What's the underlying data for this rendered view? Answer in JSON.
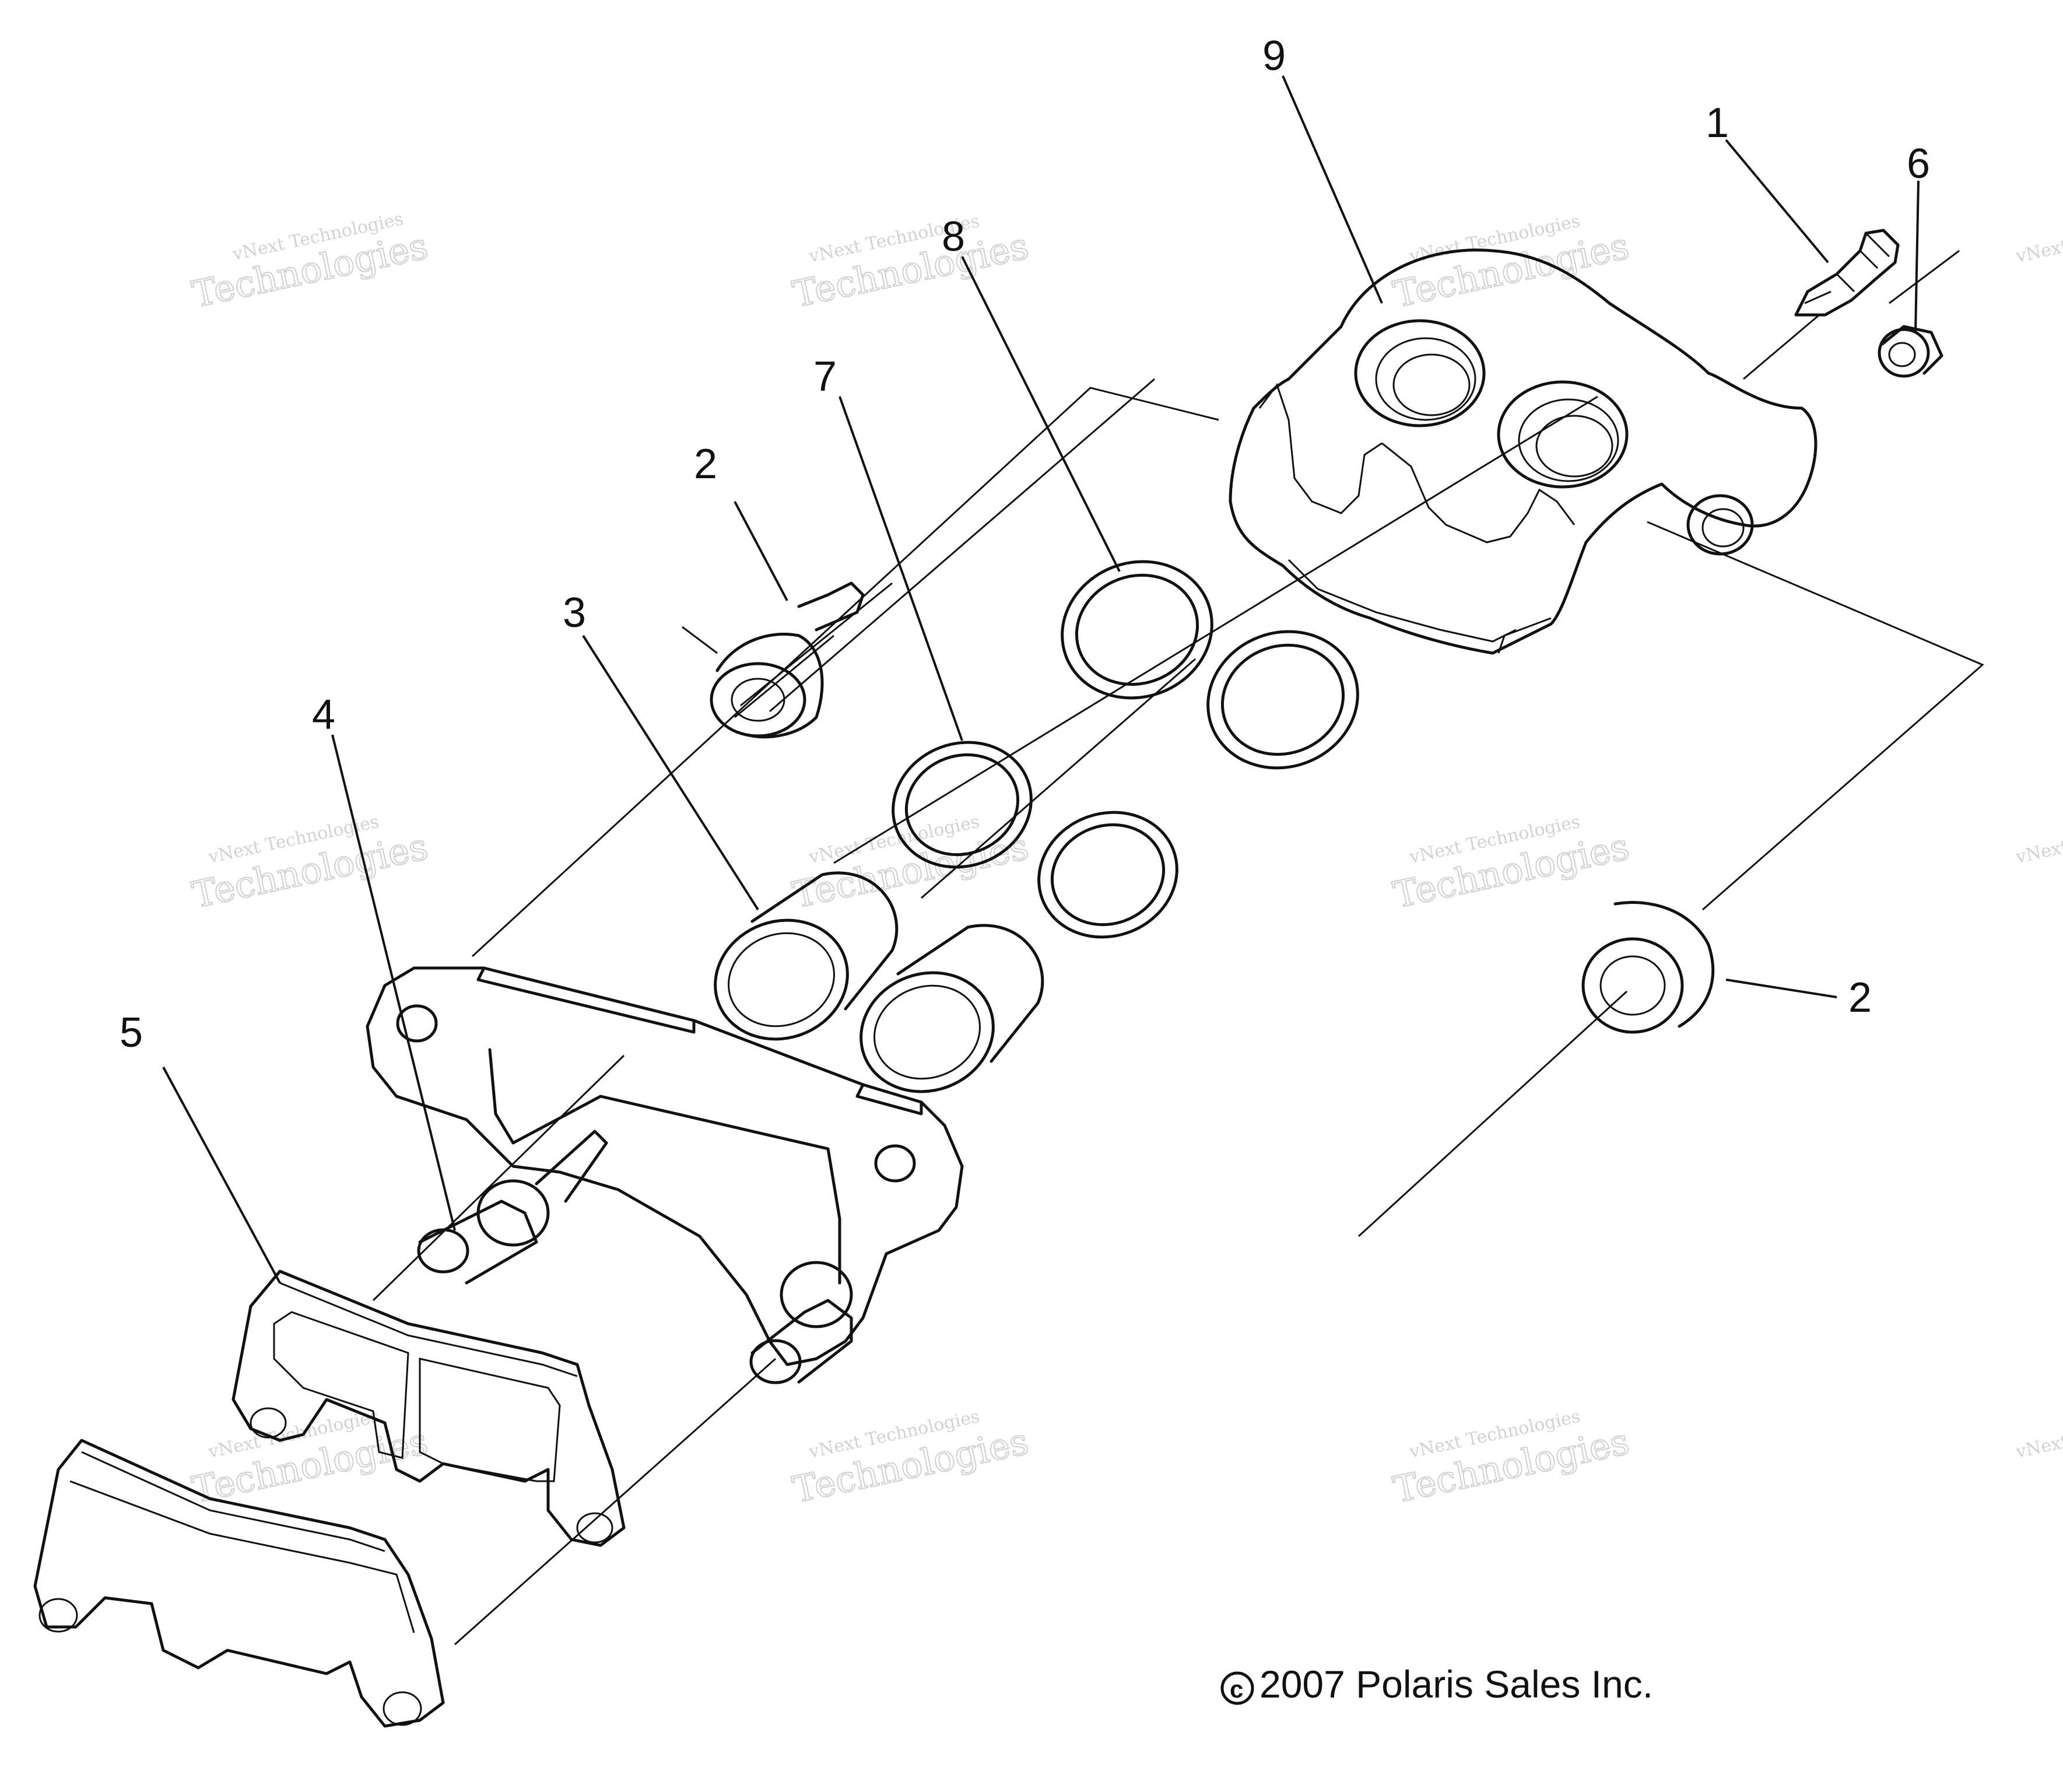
{
  "callouts": {
    "c1": "1",
    "c2a": "2",
    "c2b": "2",
    "c3": "3",
    "c4": "4",
    "c5": "5",
    "c6": "6",
    "c7": "7",
    "c8": "8",
    "c9": "9"
  },
  "watermark": {
    "line1": "vNext Technologies",
    "line2": "Technologies",
    "line3": "vNext"
  },
  "copyright": "2007 Polaris Sales Inc.",
  "copyright_symbol": "c"
}
